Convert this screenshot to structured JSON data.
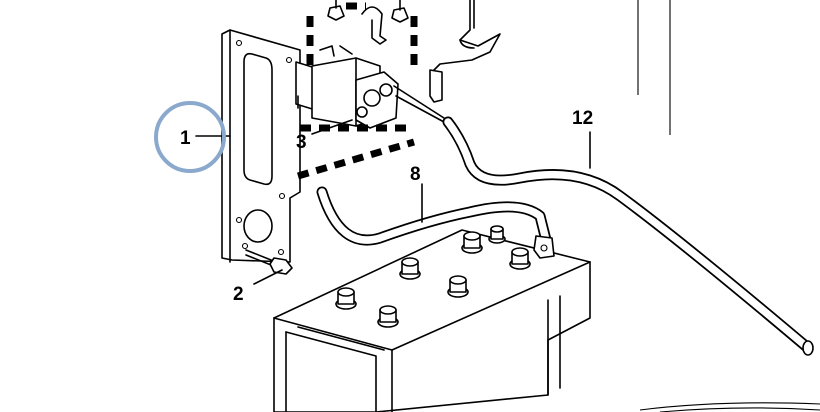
{
  "callouts": {
    "item_1": "1",
    "item_2": "2",
    "item_3": "3",
    "item_8": "8",
    "item_12": "12"
  },
  "highlight_color": "#8aa9cc"
}
